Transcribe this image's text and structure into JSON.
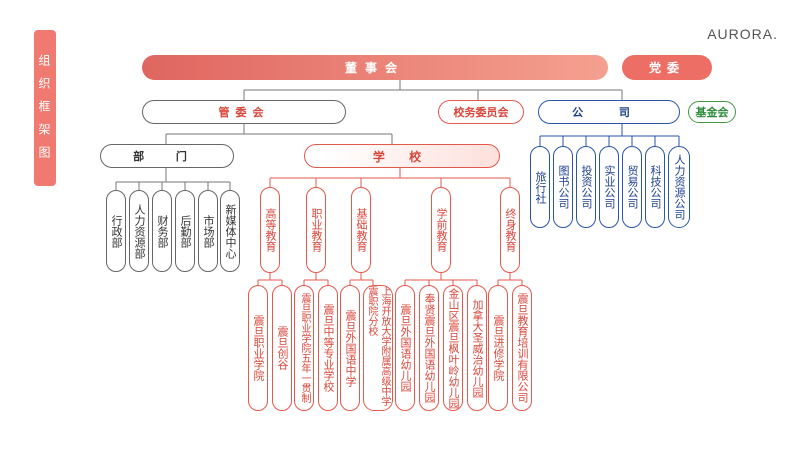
{
  "side_title": "组织框架图",
  "brand": "AURORA.",
  "top": {
    "board": "董事会",
    "party": "党委"
  },
  "level2": {
    "management": "管委会",
    "school_affairs": "校务委员会",
    "company": "公 司",
    "foundation": "基金会"
  },
  "level3": {
    "departments": "部 门",
    "schools": "学 校"
  },
  "departments": [
    "行政部",
    "人力资源部",
    "财务部",
    "后勤部",
    "市场部",
    "新媒体中心"
  ],
  "companies": [
    "旅行社",
    "图书公司",
    "投资公司",
    "实业公司",
    "贸易公司",
    "科技公司",
    "人力资源公司"
  ],
  "school_categories": [
    "高等教育",
    "职业教育",
    "基础教育",
    "学前教育",
    "终身教育"
  ],
  "school_units": [
    "震旦职业学院",
    "震旦创谷",
    "震旦职业学院五年一贯制",
    "震旦中等专业学校",
    "震旦外国语中学",
    "上海开放大学附属高级中学震职院分校",
    "震旦外国语幼儿园",
    "奉贤震旦外国语幼儿园",
    "金山区震旦枫叶岭幼儿园",
    "加拿大圣威治幼儿园",
    "震旦进修学院",
    "震旦教育培训有限公司"
  ],
  "colors": {
    "red": "#e5584c",
    "blue": "#2a56a8",
    "green": "#3e9a4a",
    "gray": "#666666"
  }
}
